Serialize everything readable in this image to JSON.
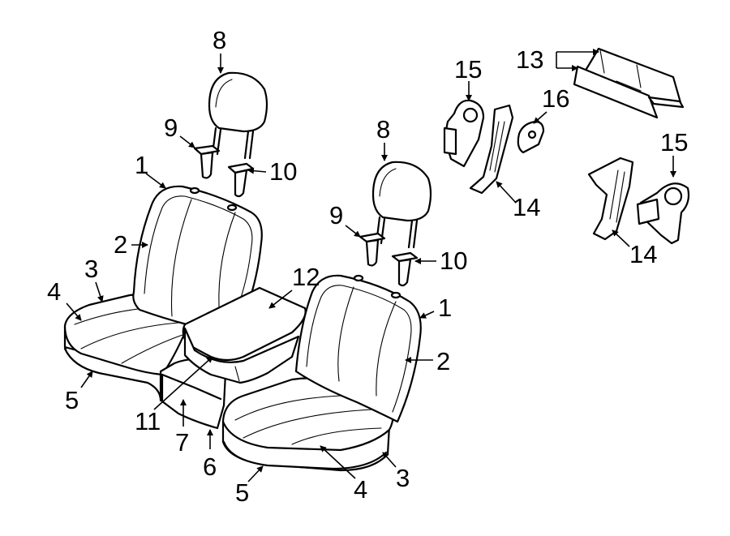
{
  "callouts": {
    "c1a": "1",
    "c1b": "1",
    "c2a": "2",
    "c2b": "2",
    "c3a": "3",
    "c3b": "3",
    "c4a": "4",
    "c4b": "4",
    "c5a": "5",
    "c5b": "5",
    "c6": "6",
    "c7": "7",
    "c8a": "8",
    "c8b": "8",
    "c9a": "9",
    "c9b": "9",
    "c10a": "10",
    "c10b": "10",
    "c11": "11",
    "c12": "12",
    "c13": "13",
    "c14a": "14",
    "c14b": "14",
    "c15a": "15",
    "c15b": "15",
    "c16": "16"
  }
}
